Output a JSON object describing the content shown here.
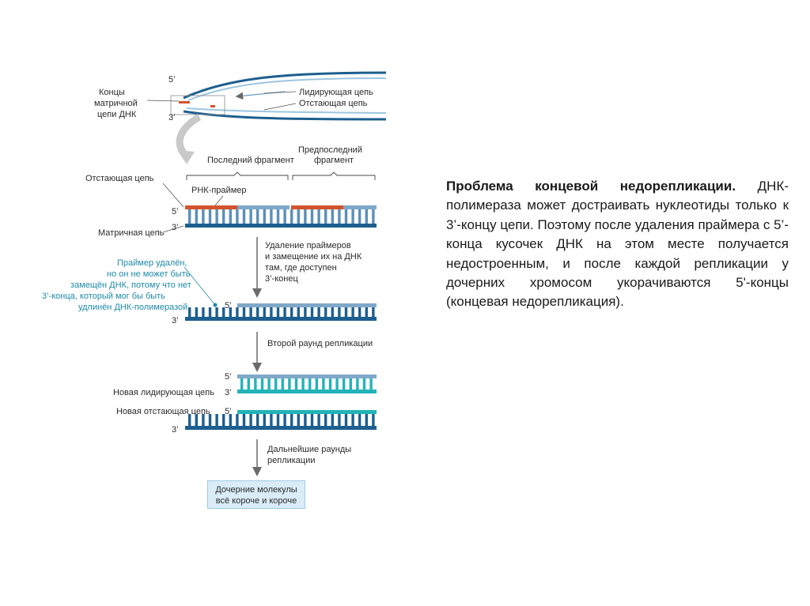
{
  "colors": {
    "template": "#1d5f8f",
    "lagging": "#7fa8c9",
    "leading": "#23b3b8",
    "primer": "#d2542d",
    "arrow": "#6a6a6a",
    "teal_text": "#1f8aa8"
  },
  "fork": {
    "ends_label": [
      "Концы",
      "матричной",
      "цепи ДНК"
    ],
    "five": "5’",
    "three": "3’",
    "leading": "Лидирующая цепь",
    "lagging": "Отстающая цепь"
  },
  "fragments": {
    "last": "Последний фрагмент",
    "penultimate": [
      "Предпоследний",
      "фрагмент"
    ]
  },
  "labels": {
    "lagging_strand": "Отстающая цепь",
    "primer": "РНК-праймер",
    "template_strand": "Матричная цепь",
    "five": "5’",
    "three": "3’",
    "new_leading": "Новая лидирующая цепь",
    "new_lagging": "Новая отстающая цепь"
  },
  "steps": {
    "removal": [
      "Удаление праймеров",
      "и замещение их на  ДНК",
      "там, где доступен",
      "3’-конец"
    ],
    "second_round": "Второй раунд репликации",
    "further": [
      "Дальнейшие раунды",
      "репликации"
    ]
  },
  "primer_note": [
    "Праймер удалён,",
    "но он не может быть",
    "замещён ДНК, потому что нет",
    "3’-конца, который мог бы быть",
    "удлинён ДНК-полимеразой"
  ],
  "result": [
    "Дочерние молекулы",
    "всё короче и короче"
  ],
  "text": {
    "title": "Проблема концевой недорепликации.",
    "body": " ДНК-полимераза может достраивать нуклеотиды только к 3’-концу цепи. Поэтому после удаления праймера с 5’-конца  кусочек ДНК на этом месте получается недостроенным, и после каждой репликации у дочерних хромосом укорачиваются 5'-концы (концевая недорепликация)."
  }
}
